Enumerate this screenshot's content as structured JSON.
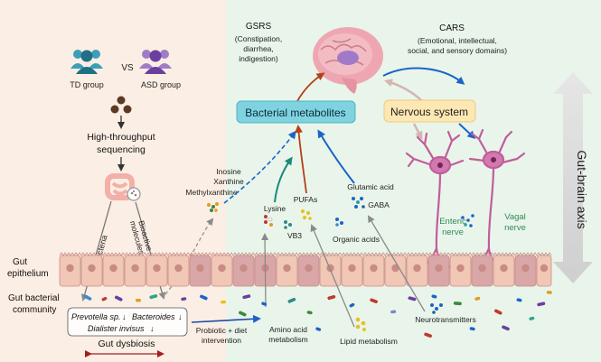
{
  "groups": {
    "td": "TD group",
    "vs": "VS",
    "asd": "ASD group"
  },
  "method": {
    "line1": "High-throughput",
    "line2": "sequencing"
  },
  "gut_bacteria": "Gut bacteria",
  "bioactive": {
    "line1": "Bioactive",
    "line2": "molecules"
  },
  "inosine": {
    "line1": "Inosine",
    "line2": "Xanthine",
    "line3": "Methylxanthine"
  },
  "gsrs": {
    "title": "GSRS",
    "line1": "(Constipation,",
    "line2": "diarrhea,",
    "line3": "indigestion)"
  },
  "cars": {
    "title": "CARS",
    "line1": "(Emotional, intellectual,",
    "line2": "social, and sensory domains)"
  },
  "bacterial_metabolites": "Bacterial metabolites",
  "nervous_system": "Nervous system",
  "gut_brain_axis": "Gut-brain axis",
  "metabolites": {
    "lysine": "Lysine",
    "pufas": "PUFAs",
    "vb3": "VB3",
    "glutamic_acid": "Glutamic acid",
    "gaba": "GABA",
    "organic_acids": "Organic acids"
  },
  "enteric": {
    "line1": "Enteric",
    "line2": "nerve"
  },
  "vagal": {
    "line1": "Vagal",
    "line2": "nerve"
  },
  "gut_epithelium": {
    "line1": "Gut",
    "line2": "epithelium"
  },
  "gut_bacterial_community": {
    "line1": "Gut bacterial",
    "line2": "community"
  },
  "dysbiosis_box": {
    "prevotella": "Prevotella sp.",
    "bacteroides": "Bacteroides",
    "dialister": "Dialister invisus",
    "down": "↓"
  },
  "gut_dysbiosis": "Gut  dysbiosis",
  "intervention": {
    "line1": "Probiotic + diet",
    "line2": "intervention"
  },
  "amino_acid": {
    "line1": "Amino acid",
    "line2": "metabolism"
  },
  "lipid": "Lipid metabolism",
  "neurotransmitters": "Neurotransmitters",
  "colors": {
    "left_bg": "#fbeee4",
    "right_bg": "#e9f5ea",
    "metabolites_box": "#7fd3df",
    "nervous_box": "#fde7b2",
    "nerve": "#c25c9c",
    "teal_arrow": "#1a8a7c",
    "blue_arrow": "#1a64c8",
    "red_arrow": "#b5401a",
    "green_text": "#2e8b57"
  }
}
